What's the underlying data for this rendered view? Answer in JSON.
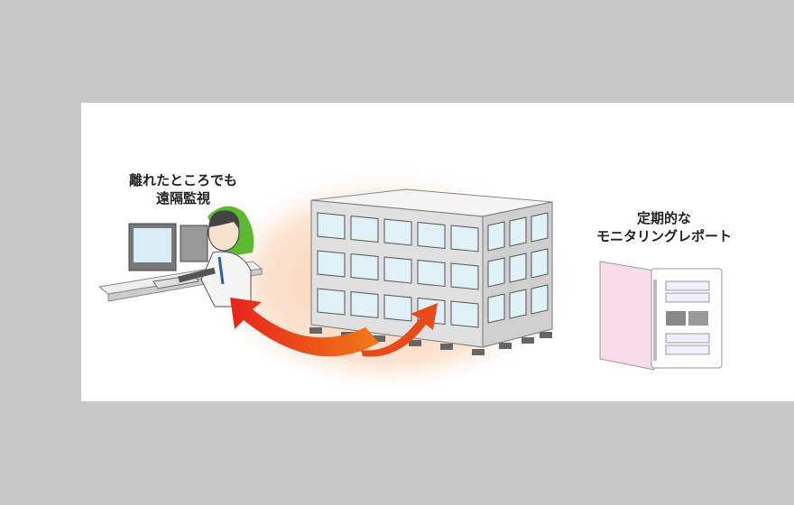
{
  "captions": {
    "remote_line1": "離れたところでも",
    "remote_line2": "遠隔監視",
    "report_line1": "定期的な",
    "report_line2": "モニタリングレポート"
  },
  "colors": {
    "background": "#c8c8c8",
    "panel": "#ffffff",
    "glow": "#f9d9bf",
    "arrow": "#e0301e",
    "window": "#dff0f6",
    "binder": "#f6dbe6"
  }
}
